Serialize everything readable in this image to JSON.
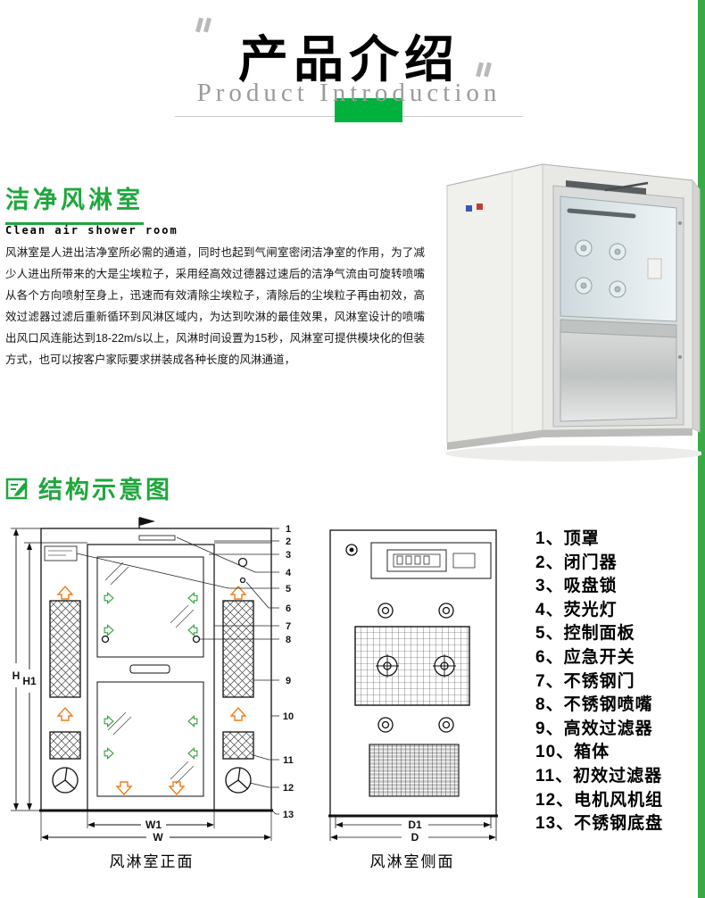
{
  "header": {
    "title": "产品介绍",
    "subtitle": "Product Introduction"
  },
  "intro": {
    "heading": "洁净风淋室",
    "subheading": "Clean air shower room",
    "paragraph": "风淋室是人进出洁净室所必需的通道，同时也起到气闸室密闭洁净室的作用，为了减少人进出所带来的大是尘埃粒子，采用经高效过德器过速后的洁净气流由可旋转喷嘴从各个方向喷射至身上，迅速而有效清除尘埃粒子，清除后的尘埃粒子再由初效，高效过滤器过滤后重新循环到风淋区域内，为达到吹淋的最佳效果，风淋室设计的喷嘴出风口风连能达到18-22m/s以上，风淋时间设置为15秒，风淋室可提供模块化的但装方式，也可以按客户家际要求拼装成各种长度的风淋通道，"
  },
  "diagram": {
    "heading": "结构示意图",
    "front_caption": "风淋室正面",
    "side_caption": "风淋室侧面",
    "callouts": [
      "1",
      "2",
      "3",
      "4",
      "5",
      "6",
      "7",
      "8",
      "9",
      "10",
      "11",
      "12",
      "13"
    ],
    "dims": {
      "H": "H",
      "H1": "H1",
      "W": "W",
      "W1": "W1",
      "D": "D",
      "D1": "D1"
    }
  },
  "parts": {
    "items": [
      "1、顶罩",
      "2、闭门器",
      "3、吸盘锁",
      "4、荧光灯",
      "5、控制面板",
      "6、应急开关",
      "7、不锈钢门",
      "8、不锈钢喷嘴",
      "9、高效过滤器",
      "10、箱体",
      "11、初效过滤器",
      "12、电机风机组",
      "13、不锈钢底盘"
    ]
  },
  "colors": {
    "brand_green": "#1fa73c",
    "accent_green_block": "#00b23d",
    "right_border_green": "#38ab46",
    "subtitle_gray": "#9b9b9b",
    "diagram_orange": "#ee7d18",
    "diagram_green_arrow": "#2ea23b"
  }
}
